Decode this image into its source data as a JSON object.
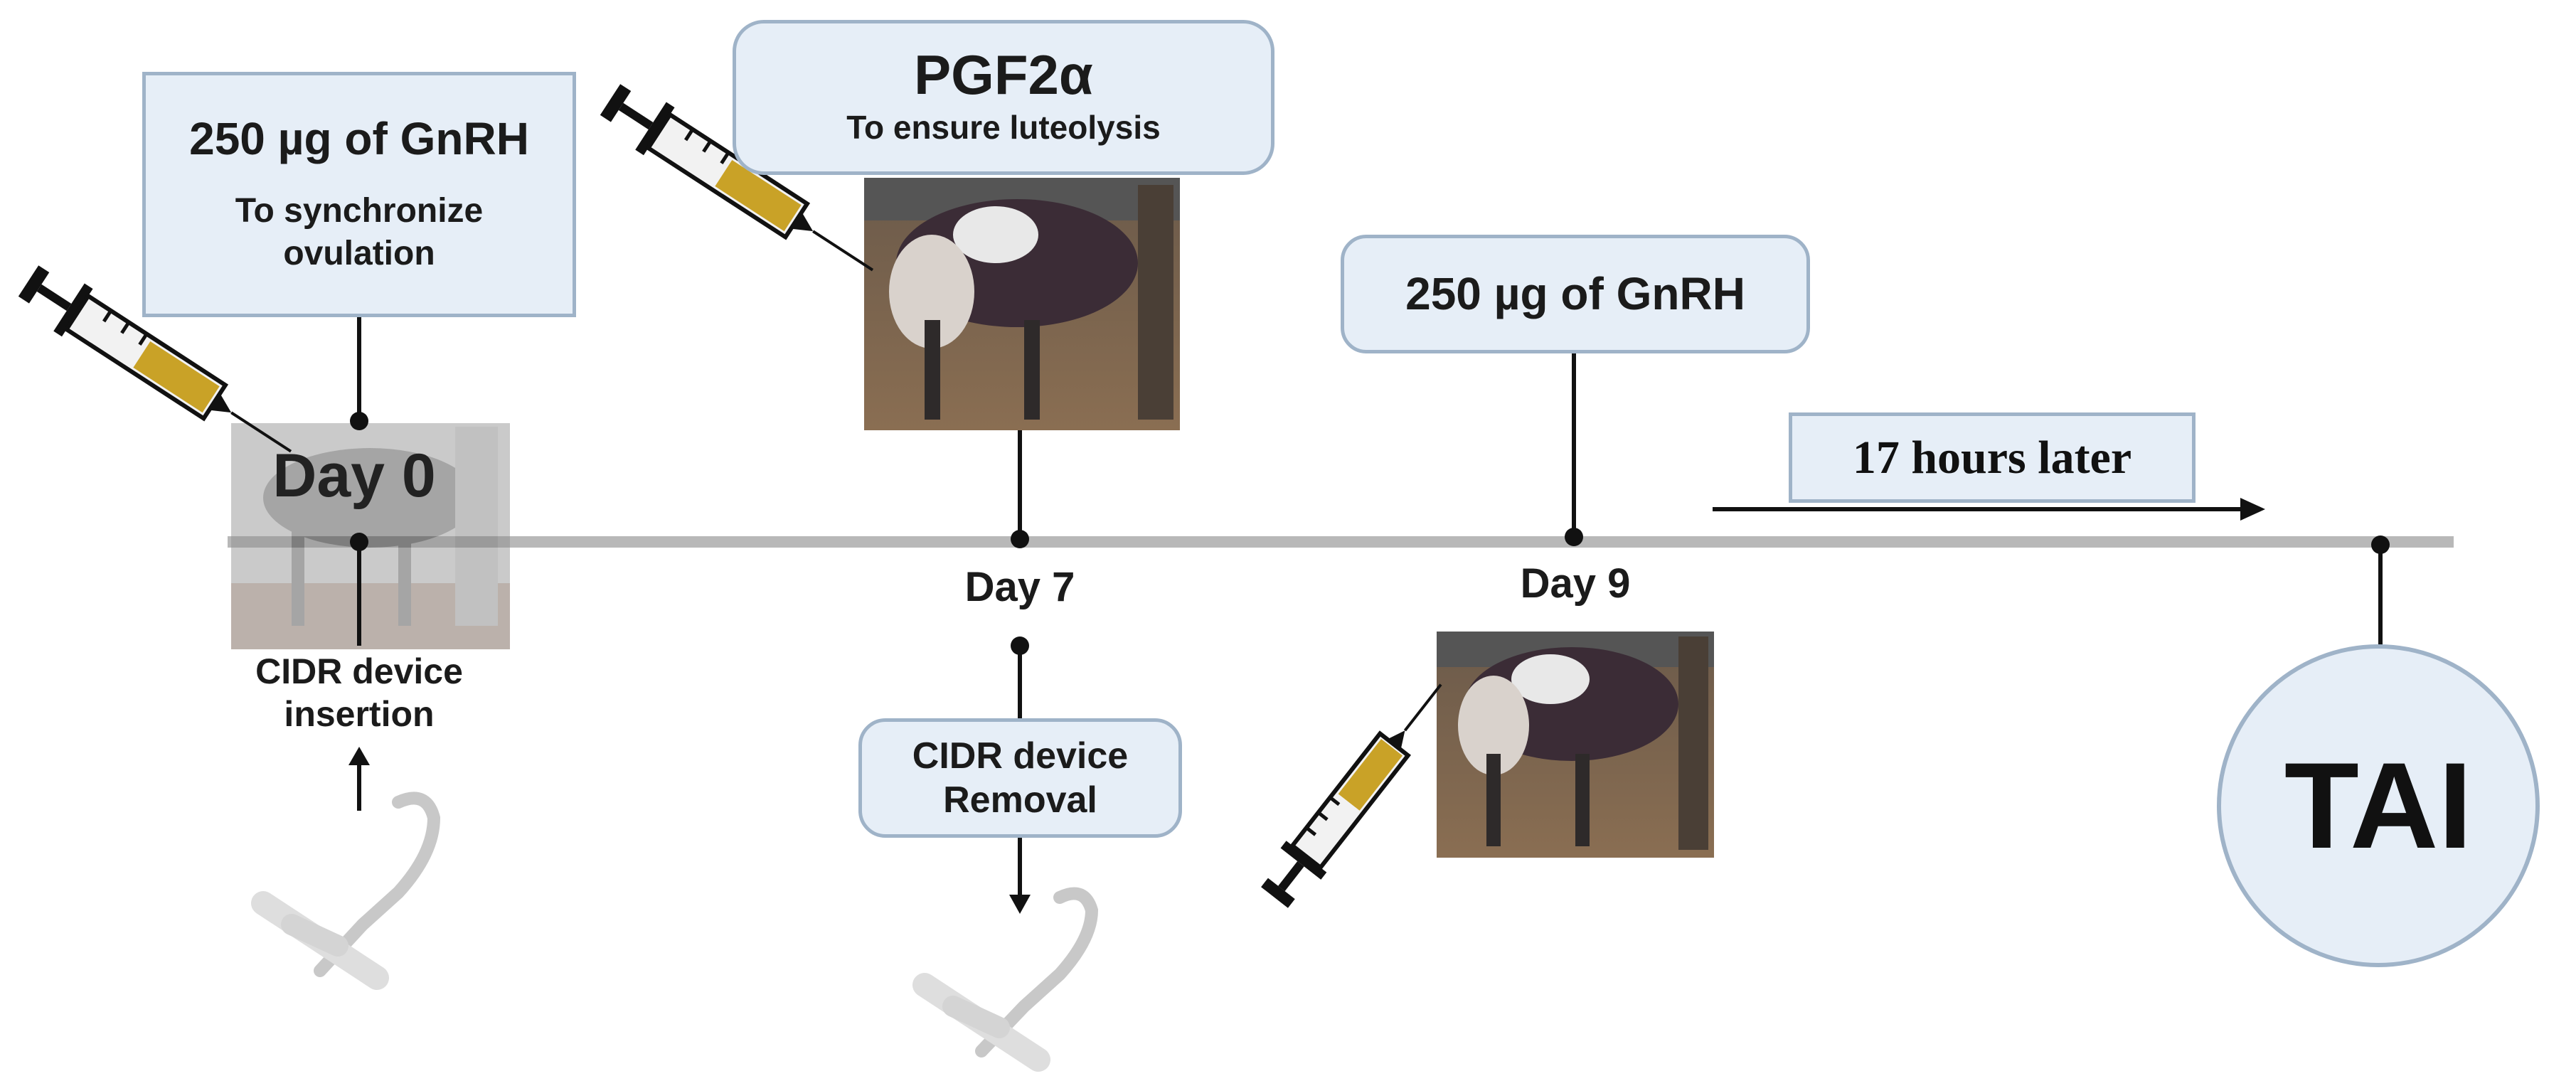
{
  "gnrh_first": {
    "title": "250 µg of GnRH",
    "subtitle": "To synchronize ovulation"
  },
  "pgf": {
    "title": "PGF2α",
    "subtitle": "To ensure luteolysis"
  },
  "gnrh_second": {
    "title": "250 µg of GnRH"
  },
  "cidr_insertion": "CIDR device insertion",
  "cidr_removal": "CIDR device Removal",
  "days": {
    "day0": "Day 0",
    "day7": "Day 7",
    "day9": "Day 9"
  },
  "interval": "17 hours later",
  "endpoint": "TAI",
  "colors": {
    "box_fill": "#e6eef7",
    "box_border": "#9fb3c8",
    "timeline": "#b8b8b8",
    "syringe_liquid": "#c9a227"
  },
  "icons": [
    "syringe-icon",
    "cow-photo",
    "cidr-device-icon",
    "arrow-icon"
  ]
}
